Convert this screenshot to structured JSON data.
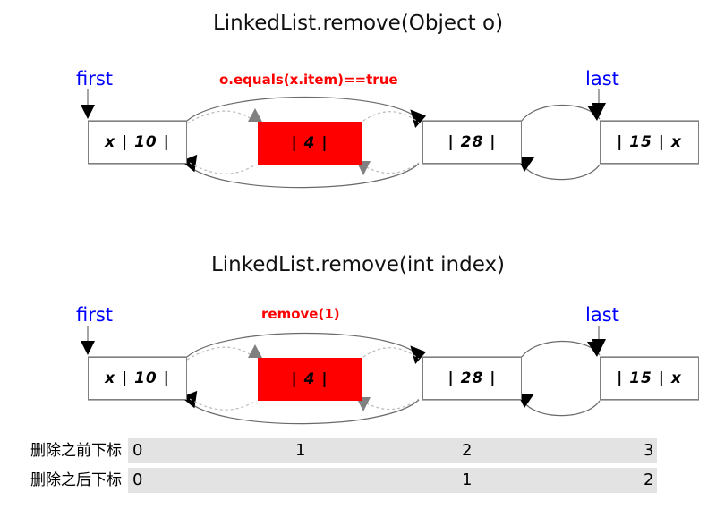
{
  "colors": {
    "pointer_label": "#0000ff",
    "annotation": "#ff0000",
    "removed_node": "#fe0000",
    "node_border": "#808080",
    "index_band": "#e3e3e3",
    "link_solid": "#404040",
    "link_dashed": "#9a9a9a",
    "arrow_solid": "#000000",
    "arrow_ghost": "#808080",
    "background": "#ffffff"
  },
  "diagrams": [
    {
      "title": "LinkedList.remove(Object o)",
      "first_label": "first",
      "last_label": "last",
      "annotation": "o.equals(x.item)==true",
      "nodes": [
        {
          "text": "x | 10 |",
          "removed": false
        },
        {
          "text": "| 4 |",
          "removed": true
        },
        {
          "text": "| 28 |",
          "removed": false
        },
        {
          "text": "| 15 | x",
          "removed": false
        }
      ]
    },
    {
      "title": "LinkedList.remove(int index)",
      "first_label": "first",
      "last_label": "last",
      "annotation": "remove(1)",
      "nodes": [
        {
          "text": "x | 10 |",
          "removed": false
        },
        {
          "text": "| 4 |",
          "removed": true
        },
        {
          "text": "| 28 |",
          "removed": false
        },
        {
          "text": "| 15 | x",
          "removed": false
        }
      ]
    }
  ],
  "index_table": {
    "rows": [
      {
        "label": "删除之前下标",
        "values": [
          "0",
          "1",
          "2",
          "3"
        ]
      },
      {
        "label": "删除之后下标",
        "values": [
          "0",
          "",
          "1",
          "2"
        ]
      }
    ]
  }
}
